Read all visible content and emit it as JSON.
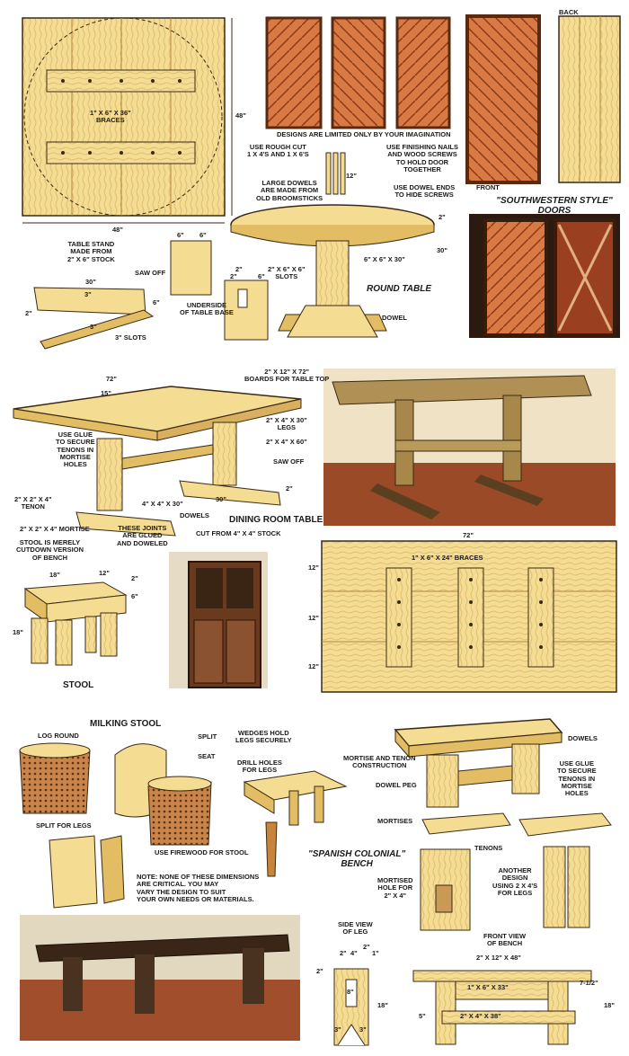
{
  "colors": {
    "wood": "#f4dc93",
    "wood_dark": "#e2bd63",
    "grain": "#c49a45",
    "red_wood": "#c8643a",
    "outline": "#3a2a14"
  },
  "round_table_top": {
    "braces": "1\" X 6\" X 36\"\nBRACES",
    "dim_height": "48\"",
    "dim_width": "48\""
  },
  "doors": {
    "designs_note": "DESIGNS ARE LIMITED ONLY BY YOUR IMAGINATION",
    "front": "FRONT",
    "back": "BACK",
    "title": "\"SOUTHWESTERN STYLE\" DOORS",
    "rough_cut": "USE ROUGH CUT\n1 X 4'S AND 1 X 6'S",
    "finishing_nails": "USE FINISHING NAILS\nAND WOOD SCREWS\nTO HOLD DOOR\nTOGETHER",
    "dowel_ends": "USE DOWEL ENDS\nTO HIDE SCREWS"
  },
  "round_table": {
    "large_dowels": "LARGE DOWELS\nARE MADE FROM\nOLD BROOMSTICKS",
    "dowel_len": "12\"",
    "top_thick": "2\"",
    "post": "6\" X 6\" X 30\"",
    "height": "30\"",
    "title": "ROUND TABLE",
    "dowel": "DOWEL",
    "stand": "TABLE STAND\nMADE FROM\n2\" X 6\" STOCK",
    "saw_off": "SAW OFF",
    "stand_30": "30\"",
    "stand_6": "6\"",
    "stand_3a": "3\"",
    "stand_3b": "3\"",
    "stand_2": "2\"",
    "slots": "3\" SLOTS",
    "block_6a": "6\"",
    "block_6b": "6\"",
    "underside": "UNDERSIDE\nOF TABLE BASE",
    "small_2a": "2\"",
    "small_2b": "2\"",
    "small_6": "6\"",
    "slots2": "2\" X 6\" X 6\"\nSLOTS"
  },
  "dining_table": {
    "len": "72\"",
    "width": "15\"",
    "boards": "2\" X 12\" X 72\"\nBOARDS FOR TABLE TOP",
    "legs": "2\" X 4\" X 30\"\nLEGS",
    "stretcher": "2\" X 4\" X 60\"",
    "glue": "USE GLUE\nTO SECURE\nTENONS IN\nMORTISE\nHOLES",
    "saw_off": "SAW OFF",
    "foot_2": "2\"",
    "foot_30": "30\"",
    "tenon": "2\" X 2\" X 4\"\nTENON",
    "post": "4\" X 4\" X 30\"",
    "dowels": "DOWELS",
    "title": "DINING ROOM TABLE",
    "mortise": "2\" X 2\" X 4\" MORTISE",
    "joints": "THESE JOINTS\nARE GLUED\nAND DOWELED",
    "cut_from": "CUT FROM 4\" X 4\" STOCK"
  },
  "underside": {
    "len": "72\"",
    "braces": "1\" X 6\" X 24\" BRACES",
    "w1": "12\"",
    "w2": "12\"",
    "w3": "12\""
  },
  "stool": {
    "note": "STOOL IS MERELY\nCUTDOWN VERSION\nOF BENCH",
    "d18": "18\"",
    "d12": "12\"",
    "d2": "2\"",
    "d6": "6\"",
    "h18": "18\"",
    "title": "STOOL"
  },
  "milking": {
    "title": "MILKING STOOL",
    "log": "LOG ROUND",
    "split": "SPLIT",
    "seat": "SEAT",
    "wedges": "WEDGES HOLD\nLEGS SECURELY",
    "drill": "DRILL HOLES\nFOR LEGS",
    "split_legs": "SPLIT FOR LEGS",
    "firewood": "USE FIREWOOD FOR STOOL",
    "note": "NOTE:  NONE OF THESE DIMENSIONS\nARE CRITICAL. YOU MAY\nVARY THE DESIGN TO SUIT\nYOUR OWN NEEDS OR MATERIALS."
  },
  "bench": {
    "mortise_tenon": "MORTISE AND TENON\nCONSTRUCTION",
    "dowels": "DOWELS",
    "dowel_peg": "DOWEL PEG",
    "glue": "USE GLUE\nTO SECURE\nTENONS IN\nMORTISE\nHOLES",
    "mortises": "MORTISES",
    "tenons": "TENONS",
    "title": "\"SPANISH COLONIAL\"\nBENCH",
    "mortised_hole": "MORTISED\nHOLE FOR\n2\" X 4\"",
    "another": "ANOTHER\nDESIGN\nUSING 2 X 4'S\nFOR LEGS",
    "side_view": "SIDE VIEW\nOF LEG",
    "sv_2a": "2\"",
    "sv_4": "4\"",
    "sv_2b": "2\"",
    "sv_1": "1\"",
    "sv_2c": "2\"",
    "sv_8": "8\"",
    "sv_18": "18\"",
    "sv_3a": "3\"",
    "sv_3b": "3\"",
    "front_view": "FRONT VIEW\nOF BENCH",
    "fv_top": "2\" X 12\" X 48\"",
    "fv_brace": "1\" X 6\" X 33\"",
    "fv_stretch": "2\" X 4\" X 38\"",
    "fv_712": "7-1/2\"",
    "fv_18": "18\"",
    "fv_5": "5\""
  }
}
